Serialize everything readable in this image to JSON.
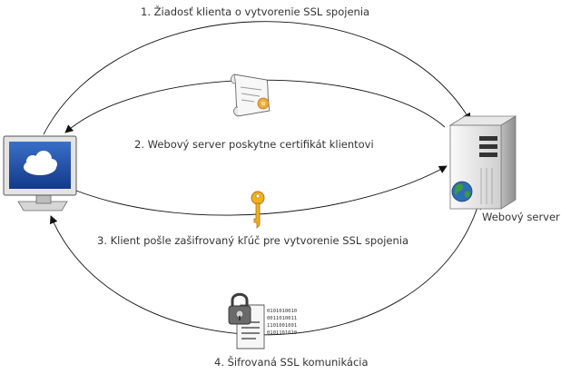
{
  "steps": [
    "1. Žiadosť klienta o vytvorenie SSL spojenia",
    "2. Webový server poskytne certifikát klientovi",
    "3. Klient pošle zašifrovaný kľúč pre vytvorenie SSL spojenia",
    "4. Šifrovaná SSL komunikácia"
  ],
  "server_label": "Webový server",
  "icons": [
    "monitor-icon",
    "server-icon",
    "certificate-icon",
    "key-icon",
    "padlock-document-icon",
    "globe-icon"
  ],
  "colors": {
    "arrow": "#111111",
    "text": "#333333",
    "screen": "#1f4fa0",
    "key": "#f2b01e"
  }
}
